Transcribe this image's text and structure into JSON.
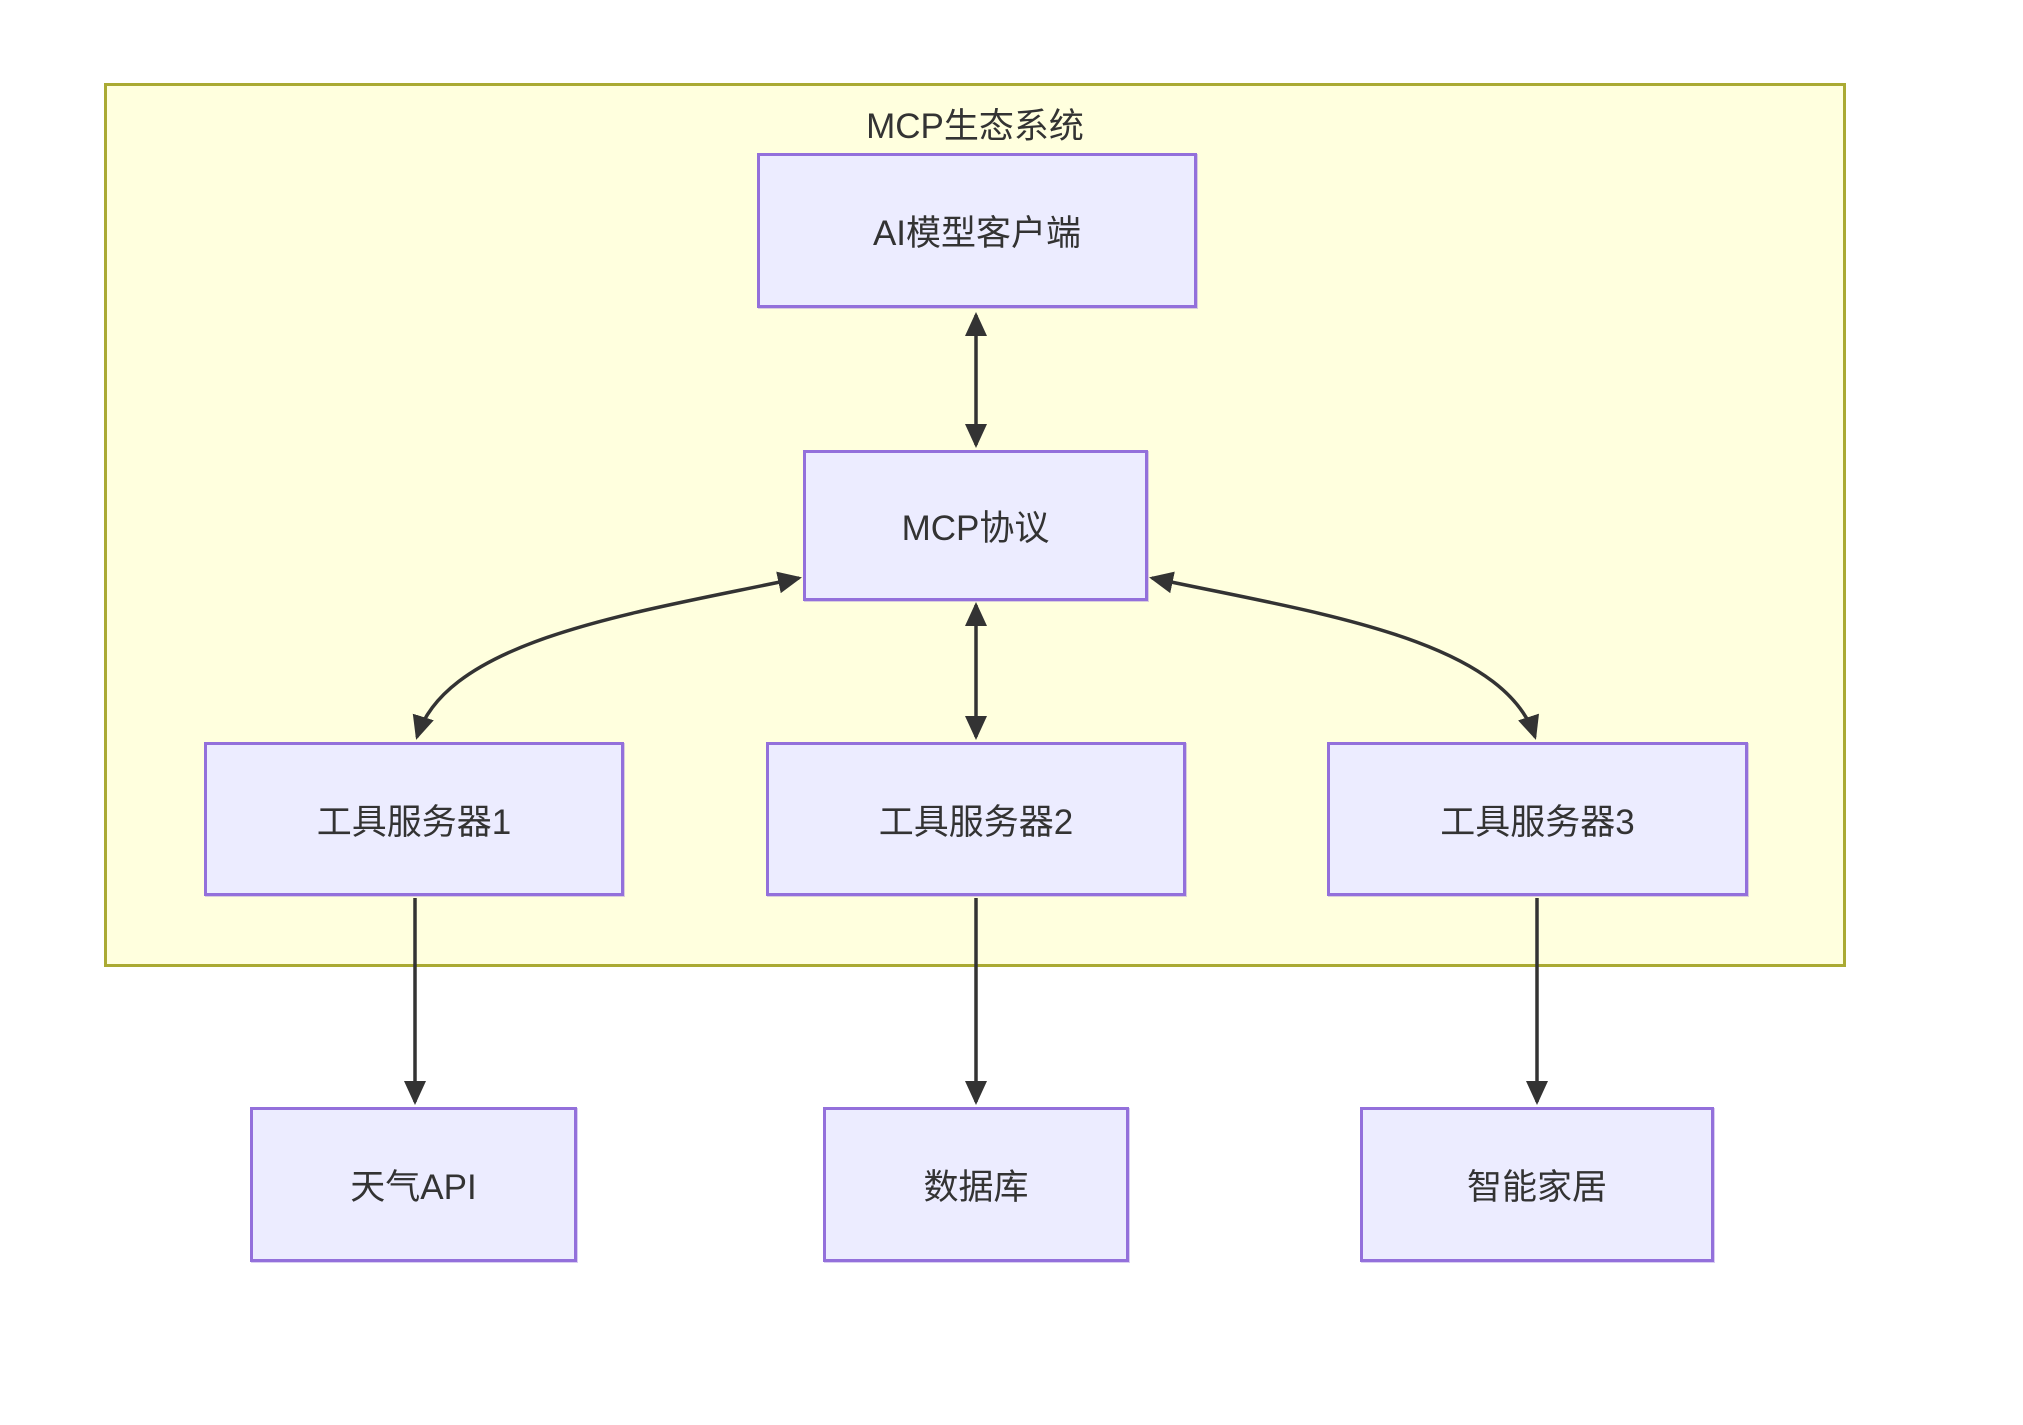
{
  "diagram": {
    "cluster": {
      "label": "MCP生态系统"
    },
    "nodes": {
      "ai_client": {
        "label": "AI模型客户端"
      },
      "mcp_protocol": {
        "label": "MCP协议"
      },
      "tool_server_1": {
        "label": "工具服务器1"
      },
      "tool_server_2": {
        "label": "工具服务器2"
      },
      "tool_server_3": {
        "label": "工具服务器3"
      },
      "weather_api": {
        "label": "天气API"
      },
      "database": {
        "label": "数据库"
      },
      "smart_home": {
        "label": "智能家居"
      }
    },
    "edges": [
      {
        "from": "AI模型客户端",
        "to": "MCP协议",
        "bidirectional": true
      },
      {
        "from": "MCP协议",
        "to": "工具服务器1",
        "bidirectional": true
      },
      {
        "from": "MCP协议",
        "to": "工具服务器2",
        "bidirectional": true
      },
      {
        "from": "MCP协议",
        "to": "工具服务器3",
        "bidirectional": true
      },
      {
        "from": "工具服务器1",
        "to": "天气API",
        "bidirectional": false
      },
      {
        "from": "工具服务器2",
        "to": "数据库",
        "bidirectional": false
      },
      {
        "from": "工具服务器3",
        "to": "智能家居",
        "bidirectional": false
      }
    ],
    "colors": {
      "cluster_fill": "#ffffde",
      "cluster_border": "#aaaa33",
      "node_fill": "#ececff",
      "node_border": "#9370db",
      "arrow": "#333333",
      "text": "#333333",
      "background": "#ffffff"
    }
  }
}
